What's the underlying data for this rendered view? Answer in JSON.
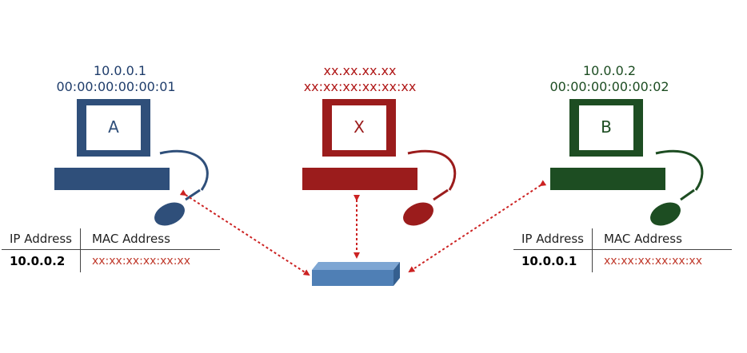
{
  "hosts": {
    "a": {
      "label": "A",
      "ip": "10.0.0.1",
      "mac": "00:00:00:00:00:01",
      "color": "#2f4f7a"
    },
    "x": {
      "label": "X",
      "ip": "xx.xx.xx.xx",
      "mac": "xx:xx:xx:xx:xx:xx",
      "color": "#9b1c1c"
    },
    "b": {
      "label": "B",
      "ip": "10.0.0.2",
      "mac": "00:00:00:00:00:02",
      "color": "#1d4d22"
    }
  },
  "switch": {
    "color": "#4f7fb5"
  },
  "link_color": "#cc2222",
  "table_a": {
    "headers": [
      "IP Address",
      "MAC Address"
    ],
    "rows": [
      {
        "ip": "10.0.0.2",
        "mac": "xx:xx:xx:xx:xx:xx"
      }
    ]
  },
  "table_b": {
    "headers": [
      "IP Address",
      "MAC Address"
    ],
    "rows": [
      {
        "ip": "10.0.0.1",
        "mac": "xx:xx:xx:xx:xx:xx"
      }
    ]
  }
}
